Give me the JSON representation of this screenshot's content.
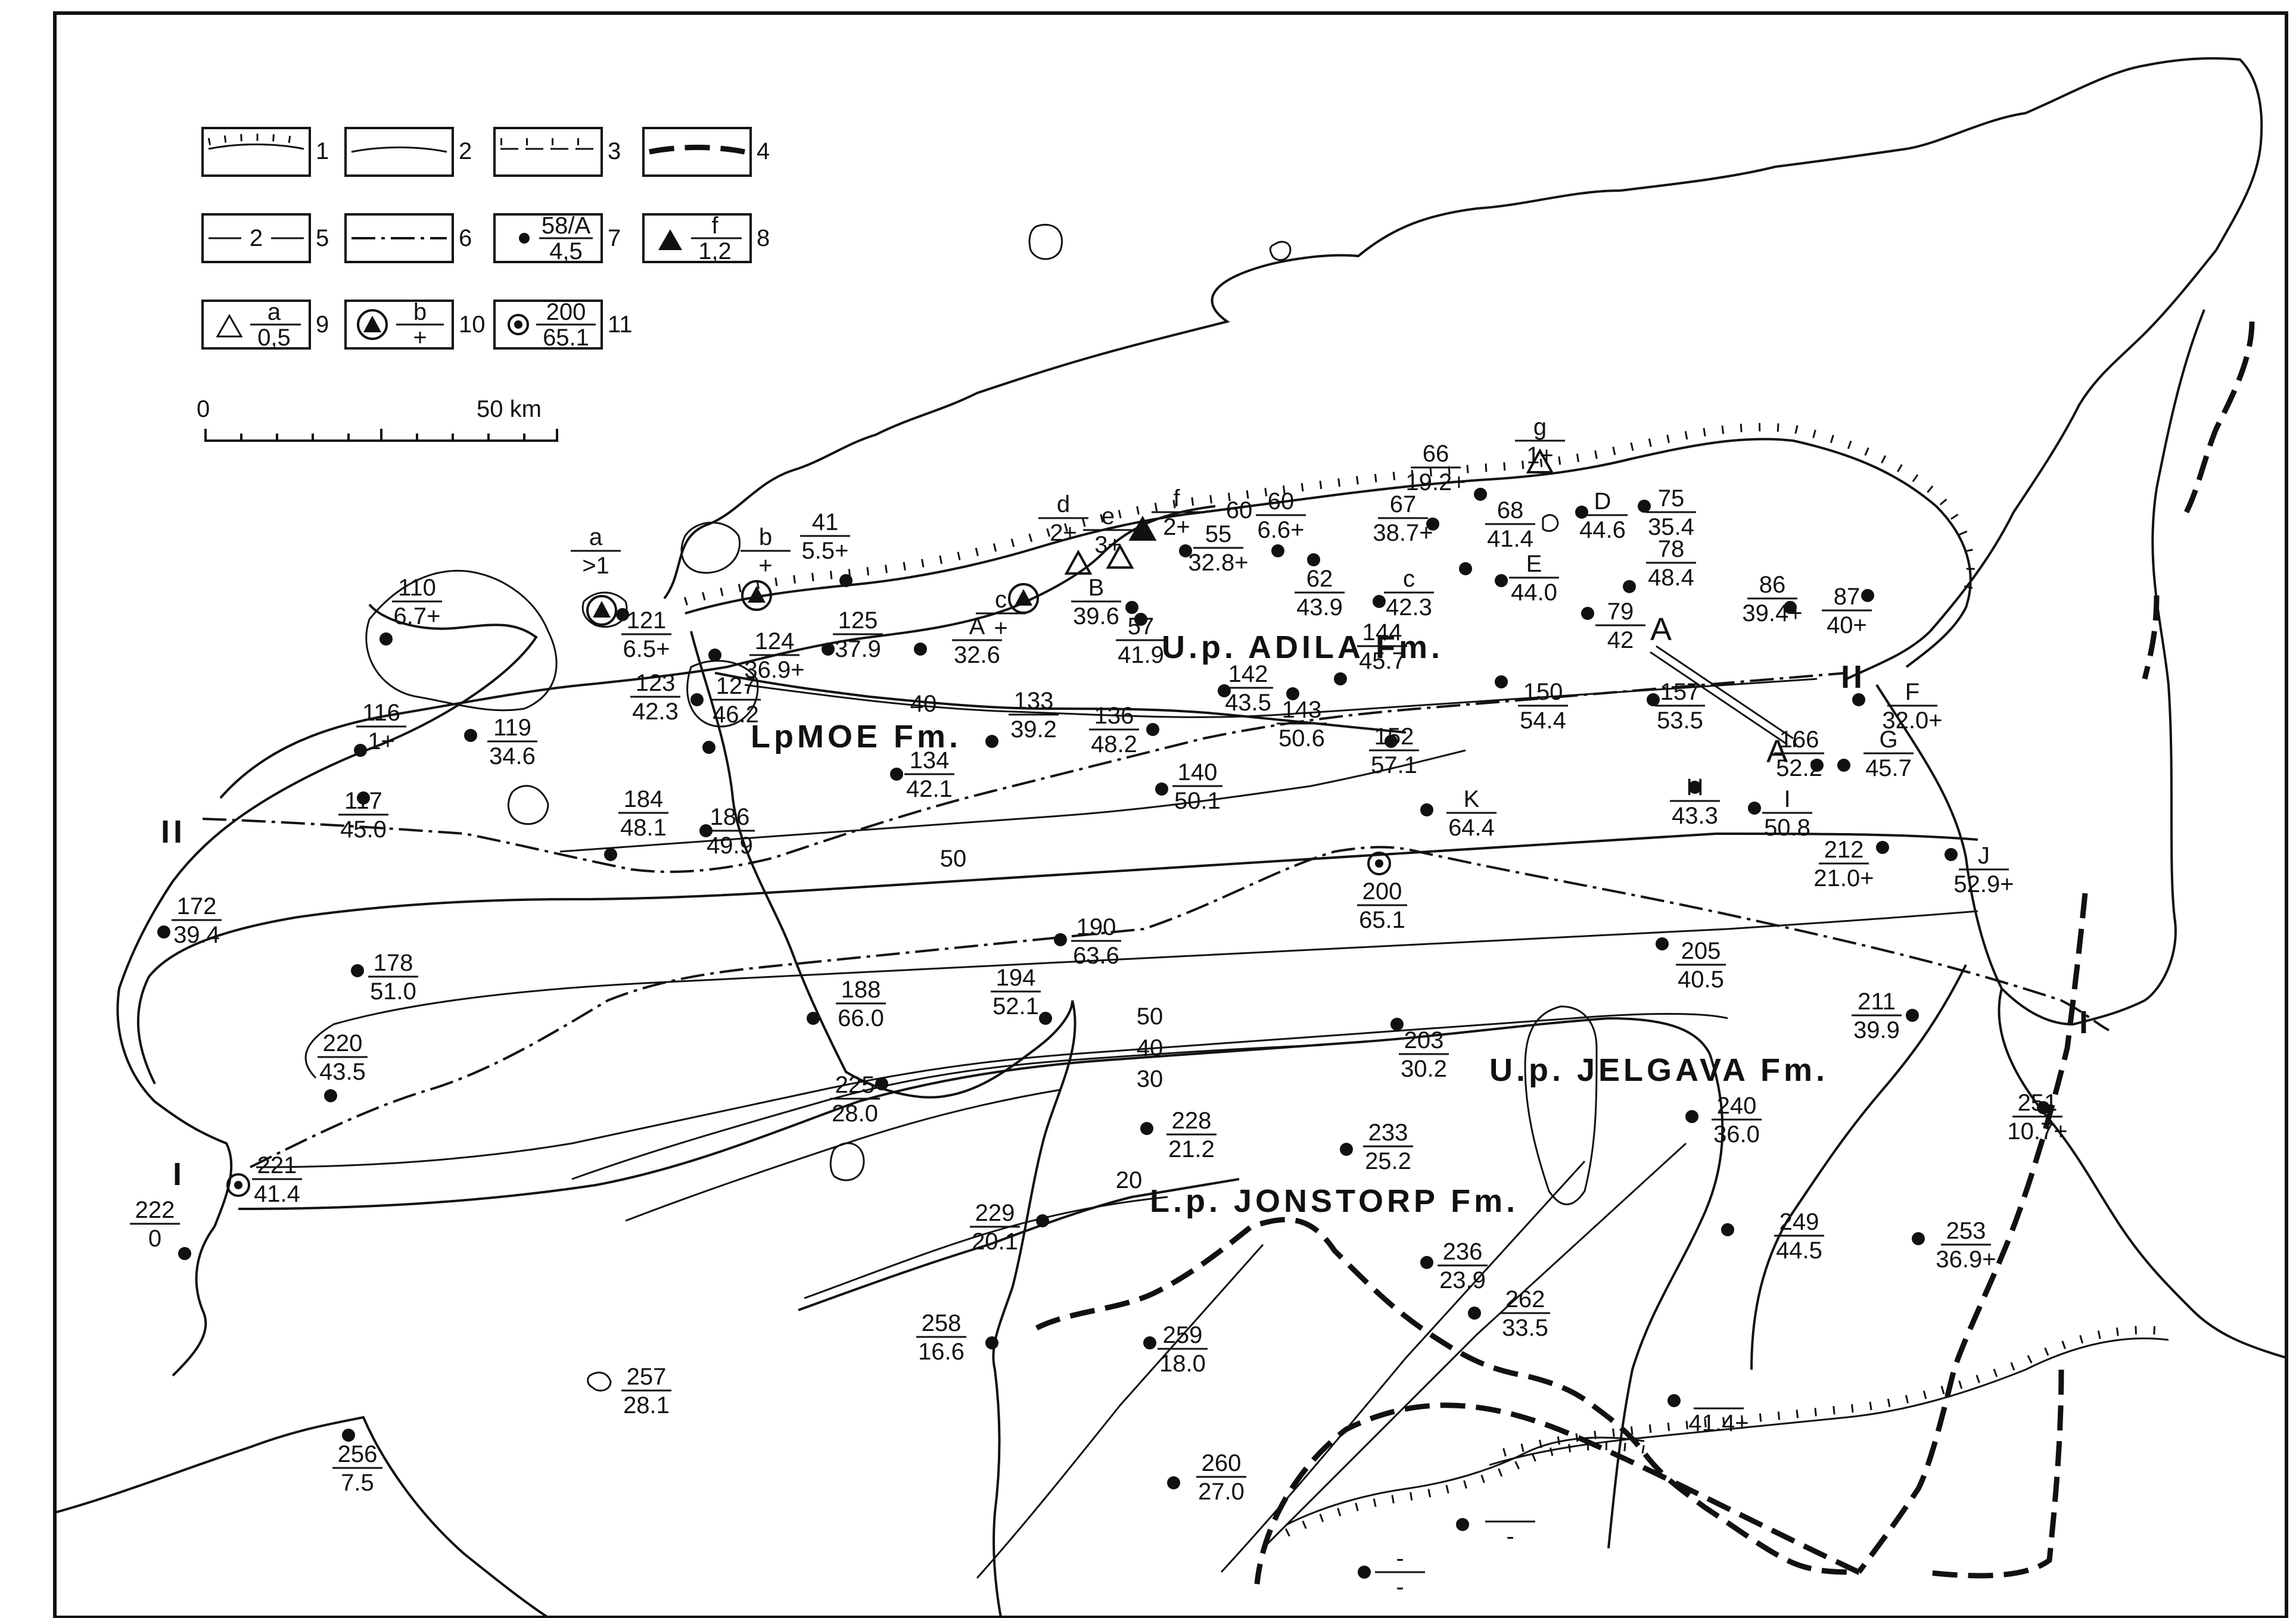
{
  "legend": [
    {
      "num": "1"
    },
    {
      "num": "2"
    },
    {
      "num": "3"
    },
    {
      "num": "4"
    },
    {
      "num": "5",
      "sample": "2"
    },
    {
      "num": "6"
    },
    {
      "num": "7",
      "top": "58/A",
      "bottom": "4,5"
    },
    {
      "num": "8",
      "top": "f",
      "bottom": "1,2"
    },
    {
      "num": "9",
      "top": "a",
      "bottom": "0,5"
    },
    {
      "num": "10",
      "top": "b",
      "bottom": "+"
    },
    {
      "num": "11",
      "top": "200",
      "bottom": "65.1"
    }
  ],
  "scalebar": {
    "zero": "0",
    "end": "50 km"
  },
  "formations": [
    {
      "id": "adila",
      "text": "U.p. ADILA Fm."
    },
    {
      "id": "moe",
      "text": "LpMOE Fm."
    },
    {
      "id": "jelgava",
      "text": "U.p. JELGAVA Fm."
    },
    {
      "id": "jonstorp",
      "text": "L.p. JONSTORP Fm."
    }
  ],
  "profiles": {
    "I_left": "I",
    "I_right": "I",
    "II_left": "II",
    "II_right": "II",
    "A": "A",
    "A_prime": "A'"
  },
  "contour_values": [
    "60",
    "40",
    "50",
    "50",
    "40",
    "30",
    "20"
  ],
  "wells": [
    {
      "top": "110",
      "bottom": "6.7+"
    },
    {
      "top": "a",
      "bottom": ">1"
    },
    {
      "top": "121",
      "bottom": "6.5+"
    },
    {
      "top": "b",
      "bottom": "+"
    },
    {
      "top": "41",
      "bottom": "5.5+"
    },
    {
      "top": "124",
      "bottom": "36.9+"
    },
    {
      "top": "123",
      "bottom": "42.3"
    },
    {
      "top": "125",
      "bottom": "37.9"
    },
    {
      "top": "A",
      "bottom": "32.6"
    },
    {
      "top": "127",
      "bottom": "46.2"
    },
    {
      "top": "116",
      "bottom": "1+"
    },
    {
      "top": "119",
      "bottom": "34.6"
    },
    {
      "top": "117",
      "bottom": "45.0"
    },
    {
      "top": "c",
      "bottom": "+"
    },
    {
      "top": "d",
      "bottom": "2+"
    },
    {
      "top": "e",
      "bottom": "3+"
    },
    {
      "top": "f",
      "bottom": "2+"
    },
    {
      "top": "B",
      "bottom": "39.6"
    },
    {
      "top": "55",
      "bottom": "32.8+"
    },
    {
      "top": "60",
      "bottom": "6.6+"
    },
    {
      "top": "57",
      "bottom": "41.9"
    },
    {
      "top": "133",
      "bottom": "39.2"
    },
    {
      "top": "136",
      "bottom": "48.2"
    },
    {
      "top": "134",
      "bottom": "42.1"
    },
    {
      "top": "62",
      "bottom": "43.9"
    },
    {
      "top": "c",
      "bottom": "42.3"
    },
    {
      "top": "142",
      "bottom": "43.5"
    },
    {
      "top": "144",
      "bottom": "45.7"
    },
    {
      "top": "143",
      "bottom": "50.6"
    },
    {
      "top": "66",
      "bottom": "19.2+"
    },
    {
      "top": "g",
      "bottom": "1+"
    },
    {
      "top": "67",
      "bottom": "38.7+"
    },
    {
      "top": "68",
      "bottom": "41.4"
    },
    {
      "top": "D",
      "bottom": "44.6"
    },
    {
      "top": "75",
      "bottom": "35.4"
    },
    {
      "top": "E",
      "bottom": "44.0"
    },
    {
      "top": "78",
      "bottom": "48.4"
    },
    {
      "top": "79",
      "bottom": "42"
    },
    {
      "top": "86",
      "bottom": "39.4+"
    },
    {
      "top": "87",
      "bottom": "40+"
    },
    {
      "top": "150",
      "bottom": "54.4"
    },
    {
      "top": "152",
      "bottom": "57.1"
    },
    {
      "top": "157",
      "bottom": "53.5"
    },
    {
      "top": "F",
      "bottom": "32.0+"
    },
    {
      "top": "166",
      "bottom": "52.2"
    },
    {
      "top": "G",
      "bottom": "45.7"
    },
    {
      "top": "H",
      "bottom": "43.3"
    },
    {
      "top": "I",
      "bottom": "50.8"
    },
    {
      "top": "K",
      "bottom": "64.4"
    },
    {
      "top": "140",
      "bottom": "50.1"
    },
    {
      "top": "184",
      "bottom": "48.1"
    },
    {
      "top": "186",
      "bottom": "49.9"
    },
    {
      "top": "172",
      "bottom": "39.4"
    },
    {
      "top": "178",
      "bottom": "51.0"
    },
    {
      "top": "190",
      "bottom": "63.6"
    },
    {
      "top": "200",
      "bottom": "65.1"
    },
    {
      "top": "212",
      "bottom": "21.0+"
    },
    {
      "top": "J",
      "bottom": "52.9+"
    },
    {
      "top": "205",
      "bottom": "40.5"
    },
    {
      "top": "188",
      "bottom": "66.0"
    },
    {
      "top": "194",
      "bottom": "52.1"
    },
    {
      "top": "211",
      "bottom": "39.9"
    },
    {
      "top": "220",
      "bottom": "43.5"
    },
    {
      "top": "225",
      "bottom": "28.0"
    },
    {
      "top": "203",
      "bottom": "30.2"
    },
    {
      "top": "240",
      "bottom": "36.0"
    },
    {
      "top": "251",
      "bottom": "10.7+"
    },
    {
      "top": "228",
      "bottom": "21.2"
    },
    {
      "top": "233",
      "bottom": "25.2"
    },
    {
      "top": "221",
      "bottom": "41.4"
    },
    {
      "top": "222",
      "bottom": "0"
    },
    {
      "top": "229",
      "bottom": "20.1"
    },
    {
      "top": "249",
      "bottom": "44.5"
    },
    {
      "top": "253",
      "bottom": "36.9+"
    },
    {
      "top": "236",
      "bottom": "23.9"
    },
    {
      "top": "262",
      "bottom": "33.5"
    },
    {
      "top": "258",
      "bottom": "16.6"
    },
    {
      "top": "259",
      "bottom": "18.0"
    },
    {
      "top": "257",
      "bottom": "28.1"
    },
    {
      "top": "",
      "bottom": "41.4+"
    },
    {
      "top": "256",
      "bottom": "7.5"
    },
    {
      "top": "260",
      "bottom": "27.0"
    },
    {
      "top": "",
      "bottom": "-"
    },
    {
      "top": "-",
      "bottom": "-"
    }
  ]
}
